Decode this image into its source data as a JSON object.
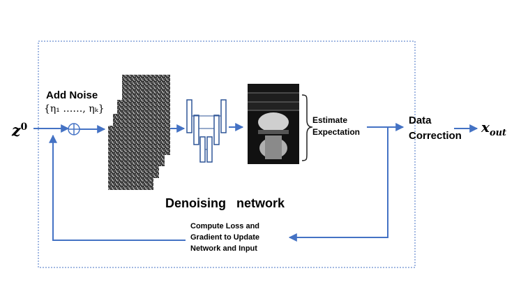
{
  "diagram": {
    "input_symbol": "z",
    "input_superscript": "0",
    "add_noise_label": "Add Noise",
    "noise_set": "{η₁    ……, ηₖ}",
    "denoising_label": "Denoising   network",
    "estimate_label_line1": "Estimate",
    "estimate_label_line2": "Expectation",
    "data_correction_line1": "Data",
    "data_correction_line2": "Correction",
    "output_symbol": "x",
    "output_subscript": "out",
    "feedback_line1": "Compute Loss and",
    "feedback_line2": "Gradient to Update",
    "feedback_line3": "Network and Input",
    "colors": {
      "arrow": "#4472c4",
      "box_border": "#4472c4",
      "network_block": "#2f5597"
    }
  }
}
